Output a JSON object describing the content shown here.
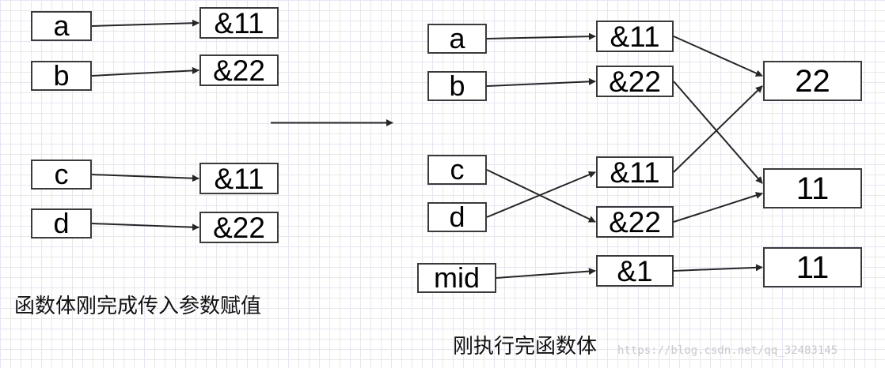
{
  "left_diagram": {
    "caption": "函数体刚完成传入参数赋值",
    "nodes": [
      {
        "id": "L_a",
        "label": "a",
        "kind": "var"
      },
      {
        "id": "L_b",
        "label": "b",
        "kind": "var"
      },
      {
        "id": "L_c",
        "label": "c",
        "kind": "var"
      },
      {
        "id": "L_d",
        "label": "d",
        "kind": "var"
      },
      {
        "id": "L_p1",
        "label": "&11",
        "kind": "addr"
      },
      {
        "id": "L_p2",
        "label": "&22",
        "kind": "addr"
      },
      {
        "id": "L_p3",
        "label": "&11",
        "kind": "addr"
      },
      {
        "id": "L_p4",
        "label": "&22",
        "kind": "addr"
      }
    ],
    "edges": [
      {
        "from": "L_a",
        "to": "L_p1"
      },
      {
        "from": "L_b",
        "to": "L_p2"
      },
      {
        "from": "L_c",
        "to": "L_p3"
      },
      {
        "from": "L_d",
        "to": "L_p4"
      }
    ]
  },
  "right_diagram": {
    "caption": "刚执行完函数体",
    "nodes": [
      {
        "id": "R_a",
        "label": "a",
        "kind": "var"
      },
      {
        "id": "R_b",
        "label": "b",
        "kind": "var"
      },
      {
        "id": "R_c",
        "label": "c",
        "kind": "var"
      },
      {
        "id": "R_d",
        "label": "d",
        "kind": "var"
      },
      {
        "id": "R_mid",
        "label": "mid",
        "kind": "var"
      },
      {
        "id": "R_p1",
        "label": "&11",
        "kind": "addr"
      },
      {
        "id": "R_p2",
        "label": "&22",
        "kind": "addr"
      },
      {
        "id": "R_p3",
        "label": "&11",
        "kind": "addr"
      },
      {
        "id": "R_p4",
        "label": "&22",
        "kind": "addr"
      },
      {
        "id": "R_p5",
        "label": "&1",
        "kind": "addr"
      },
      {
        "id": "R_v1",
        "label": "22",
        "kind": "val"
      },
      {
        "id": "R_v2",
        "label": "11",
        "kind": "val"
      },
      {
        "id": "R_v3",
        "label": "11",
        "kind": "val"
      }
    ],
    "edges": [
      {
        "from": "R_a",
        "to": "R_p1"
      },
      {
        "from": "R_b",
        "to": "R_p2"
      },
      {
        "from": "R_c",
        "to": "R_p4"
      },
      {
        "from": "R_d",
        "to": "R_p3"
      },
      {
        "from": "R_mid",
        "to": "R_p5"
      },
      {
        "from": "R_p1",
        "to": "R_v1"
      },
      {
        "from": "R_p3",
        "to": "R_v1"
      },
      {
        "from": "R_p2",
        "to": "R_v2"
      },
      {
        "from": "R_p4",
        "to": "R_v2"
      },
      {
        "from": "R_p5",
        "to": "R_v3"
      }
    ]
  },
  "transition": {
    "from": "left_diagram",
    "to": "right_diagram"
  },
  "watermark": "https://blog.csdn.net/qq_32483145",
  "colors": {
    "stroke": "#262626",
    "box_border": "#3a3a3a",
    "grid": "#e7e7f3"
  }
}
